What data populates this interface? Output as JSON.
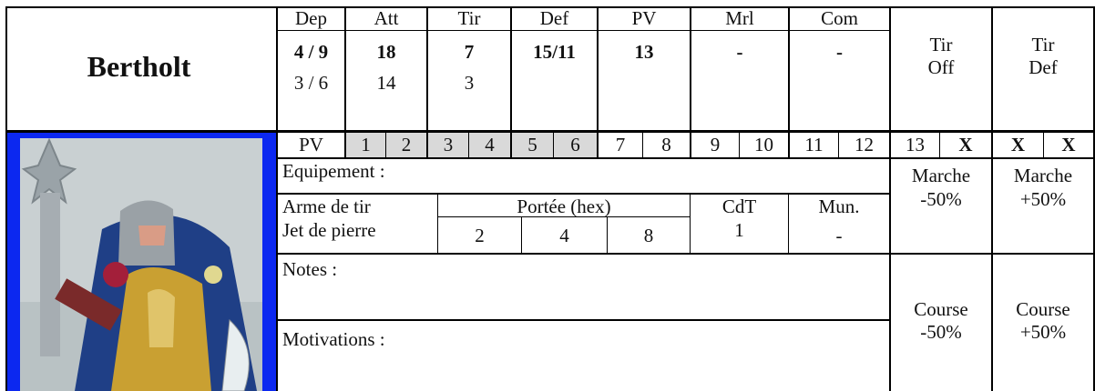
{
  "character": {
    "name": "Bertholt"
  },
  "stats": {
    "headers": [
      "Dep",
      "Att",
      "Tir",
      "Def",
      "PV",
      "Mrl",
      "Com"
    ],
    "row1": [
      "4 / 9",
      "18",
      "7",
      "15/11",
      "13",
      "-",
      "-"
    ],
    "row2": [
      "3 / 6",
      "14",
      "3",
      "",
      "",
      "",
      ""
    ]
  },
  "tir_off": {
    "line1": "Tir",
    "line2": "Off"
  },
  "tir_def": {
    "line1": "Tir",
    "line2": "Def"
  },
  "pv_track": {
    "label": "PV",
    "cells": [
      "1",
      "2",
      "3",
      "4",
      "5",
      "6",
      "7",
      "8",
      "9",
      "10",
      "11",
      "12",
      "13",
      "X",
      "X",
      "X"
    ]
  },
  "equipment": {
    "label": "Equipement :"
  },
  "ranged": {
    "weapon_header": "Arme de tir",
    "range_header": "Portée (hex)",
    "cdt_header": "CdT",
    "ammo_header": "Mun.",
    "weapon": "Jet de pierre",
    "ranges": [
      "2",
      "4",
      "8"
    ],
    "cdt": "1",
    "ammo": "-"
  },
  "notes": {
    "label": "Notes :"
  },
  "motivations": {
    "label": "Motivations :"
  },
  "modifiers": {
    "marche_off": {
      "line1": "Marche",
      "line2": "-50%"
    },
    "marche_def": {
      "line1": "Marche",
      "line2": "+50%"
    },
    "course_off": {
      "line1": "Course",
      "line2": "-50%"
    },
    "course_def": {
      "line1": "Course",
      "line2": "+50%"
    }
  },
  "colors": {
    "photo_border": "#0c28f0",
    "shade": "#d9d9d9"
  }
}
